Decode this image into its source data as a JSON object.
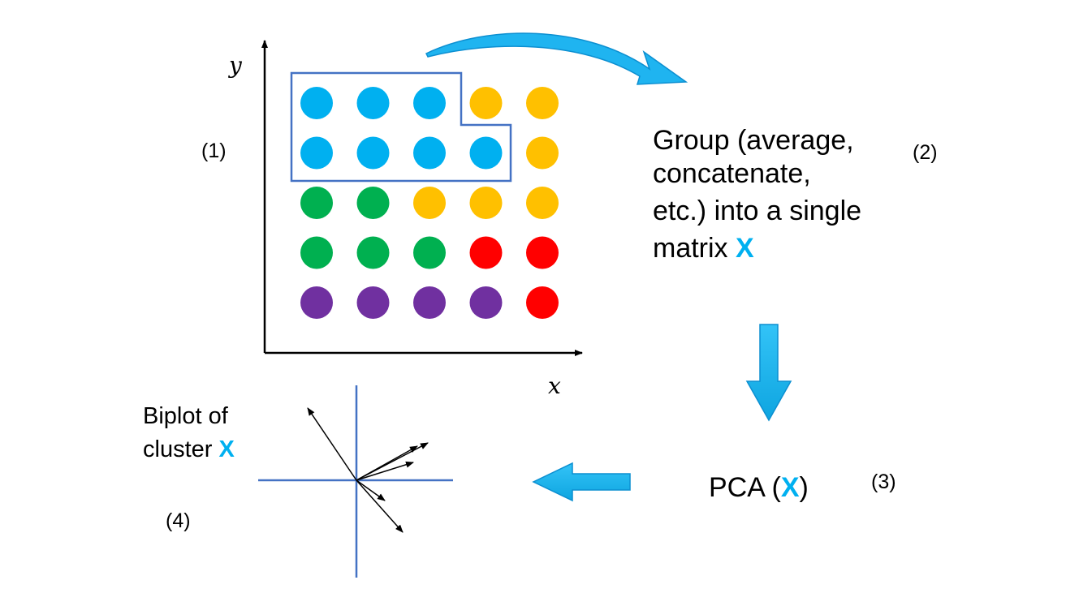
{
  "step_labels": {
    "step1": "(1)",
    "step2": "(2)",
    "step3": "(3)",
    "step4": "(4)"
  },
  "axes": {
    "x_label": "x",
    "y_label": "y"
  },
  "group_text": {
    "line1": "Group (average,",
    "line2": "concatenate,",
    "line3": "etc.) into a single",
    "line4_prefix": "matrix ",
    "line4_symbol": "X"
  },
  "pca_text": {
    "prefix": "PCA (",
    "symbol": "X",
    "suffix": ")"
  },
  "biplot_text": {
    "line1": "Biplot of",
    "line2_prefix": "cluster ",
    "line2_symbol": "X"
  },
  "colors": {
    "blue": "#00b0f0",
    "orange": "#ffc000",
    "green": "#00b050",
    "red": "#ff0000",
    "purple": "#7030a0",
    "outline": "#4472c4",
    "accent_x": "#00b0f0"
  },
  "dot_grid": [
    [
      "blue",
      "blue",
      "blue",
      "orange",
      "orange"
    ],
    [
      "blue",
      "blue",
      "blue",
      "blue",
      "orange"
    ],
    [
      "green",
      "green",
      "orange",
      "orange",
      "orange"
    ],
    [
      "green",
      "green",
      "green",
      "red",
      "red"
    ],
    [
      "purple",
      "purple",
      "purple",
      "purple",
      "red"
    ]
  ]
}
